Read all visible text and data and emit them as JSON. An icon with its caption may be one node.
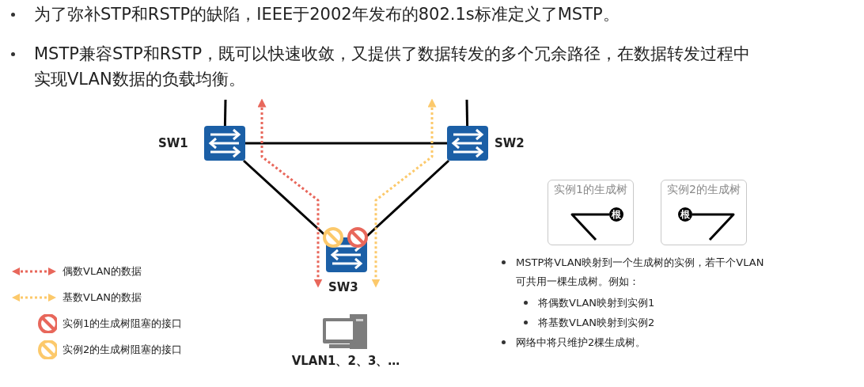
{
  "diagram": {
    "nodes": [
      {
        "text": [
          "SW1"
        ]
      },
      {
        "text": [
          "SW2"
        ]
      },
      {
        "text": [
          "SW3"
        ]
      },
      {
        "text": [
          "VLAN1、2、3、…"
        ]
      },
      {
        "text": [
          "实例1的生成树"
        ]
      },
      {
        "text": [
          "根"
        ],
        "in": 4
      },
      {
        "text": [
          "实例2的生成树"
        ]
      },
      {
        "text": [
          "根"
        ],
        "in": 6
      }
    ],
    "edges": [
      {
        "from": 0,
        "to": 1,
        "arrow": "none"
      },
      {
        "from": 0,
        "to": 2,
        "arrow": "none"
      },
      {
        "from": 1,
        "to": 2,
        "arrow": "none"
      },
      {
        "from": 0,
        "to": null,
        "arrow": "none"
      },
      {
        "from": 1,
        "to": null,
        "arrow": "none"
      },
      {
        "from": 0,
        "to": 2,
        "arrow": "both",
        "style": "dashed",
        "color": "#e8675b"
      },
      {
        "from": 1,
        "to": 2,
        "arrow": "both",
        "style": "dashed",
        "color": "#fcc96b"
      }
    ],
    "labels": [
      "为了弥补STP和RSTP的缺陷，IEEE于2002年发布的802.1s标准定义了MSTP。",
      "MSTP兼容STP和RSTP，既可以快速收敛，又提供了数据转发的多个冗余路径，在数据转发过程中实现VLAN数据的负载均衡。",
      "MSTP将VLAN映射到一个生成树的实例，若干个VLAN可共用一棵生成树。例如：",
      "将偶数VLAN映射到实例1",
      "将基数VLAN映射到实例2",
      "网络中将只维护2棵生成树。"
    ],
    "legend": [
      {
        "text": "偶数VLAN的数据"
      },
      {
        "text": "基数VLAN的数据"
      },
      {
        "text": "实例1的生成树阻塞的接口"
      },
      {
        "text": "实例2的生成树阻塞的接口"
      }
    ]
  }
}
